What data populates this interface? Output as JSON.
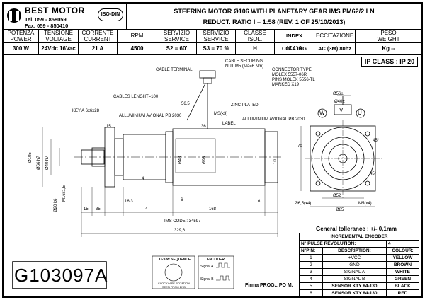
{
  "company": {
    "name": "BEST MOTOR",
    "tel": "Tel. 059 - 858059",
    "fax": "Fax. 059 - 850410",
    "iso": "ISO-DIN"
  },
  "title": {
    "line1": "STEERING MOTOR Ø106 WITH PLANETARY GEAR IMS PM62/2 LN",
    "line2": "REDUCT. RATIO I = 1:58 (REV. 1 OF 25/10/2013)"
  },
  "specs": {
    "headers": [
      "POTENZA POWER",
      "TENSIONE VOLTAGE",
      "CORRENTE CURRENT",
      "RPM",
      "SERVIZIO SERVICE",
      "SERVIZIO SERVICE",
      "CLASSE ISOL.",
      "INDEX COOLING",
      "ECCITAZIONE",
      "PESO WEIGHT"
    ],
    "values": [
      "300 W",
      "24Vdc 16Vac",
      "21 A",
      "4500",
      "S2 = 60'",
      "S3 = 70 %",
      "H",
      "IC410",
      "AC (3M) 80hz",
      "Kg --"
    ]
  },
  "ip_class": "IP CLASS : IP 20",
  "labels": {
    "cable_terminal": "CABLE TERMINAL",
    "cable_securing": "CABLE SECURING",
    "nut": "NUT M5 (Ma=6 Nm)",
    "connector_type": "CONNECTOR TYPE:",
    "molex_f": "MOLEX 5557-06R",
    "pins": "PINS MOLEX 5556-TL",
    "marked": "MARKED X19",
    "cables_length": "CABLES LENGHT=100",
    "key": "KEY A 6x6x28",
    "alu1": "ALLUMINIUM AVIONAL PB 2030",
    "alu2": "ALLUMINIUM AVIONAL PB 2030",
    "zinc": "ZINC PLATED",
    "label": "LABEL",
    "ms3": "MS(x3)",
    "ims_code": "IMS CODE : 34597",
    "ms4": "M5(x4)",
    "hole": "Ø6,5(x4)",
    "u": "U",
    "v": "V",
    "w": "W",
    "deg45a": "45°",
    "deg45b": "45°"
  },
  "dims": {
    "d1": "15",
    "d2": "35",
    "d3": "16,3",
    "d4": "4",
    "d5": "168",
    "d6": "6",
    "total": "329,6",
    "d565": "56.5",
    "d36": "36",
    "d15": "15",
    "phi105": "Ø105",
    "phi66": "Ø66 h7",
    "phi40": "Ø40 h7",
    "phi20": "Ø20 k6",
    "m16": "M16x1,5",
    "phi98": "Ø98",
    "phi43": "Ø43",
    "phi52": "Ø52",
    "phi85": "Ø85",
    "phi56": "Ø56±",
    "phi40b": "Ø40±",
    "d70": "70",
    "d10": "10"
  },
  "tolerance": "General tollerance : +/- 0,1mm",
  "encoder": {
    "title": "INCREMENTAL ENCODER",
    "pulse_label": "N° PULSE REVOLUTION:",
    "pulse_value": "4",
    "headers": [
      "N°PIN:",
      "DESCRIPTION:",
      "COLOUR:"
    ],
    "rows": [
      [
        "1",
        "+VCC",
        "YELLOW"
      ],
      [
        "2",
        "GND",
        "BROWN"
      ],
      [
        "3",
        "SIGNAL A",
        "WHITE"
      ],
      [
        "4",
        "SIGNAL B",
        "GREEN"
      ],
      [
        "5",
        "SENSOR KTY 84-130",
        "BLACK"
      ],
      [
        "6",
        "SENSOR KTY 84-130",
        "RED"
      ]
    ]
  },
  "seq": {
    "title": "U-V-W SEQUENCE",
    "caption": "CLOCKWISE ROTATION SEEN FROM END",
    "encoder": "ENCODER",
    "sig_a": "Signal A",
    "sig_b": "Signal B"
  },
  "drawing_no": "G103097A",
  "signature": "Firma PROG.: PO M."
}
